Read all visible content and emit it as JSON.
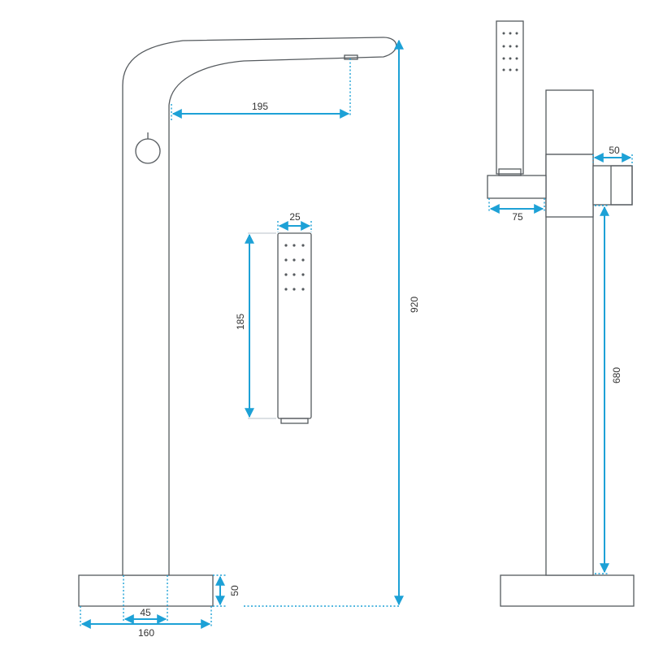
{
  "colors": {
    "outline": "#555a5e",
    "dimension": "#1da1d6",
    "background": "#ffffff"
  },
  "dimensions": {
    "spout_reach": "195",
    "handshower_width": "25",
    "handshower_length": "185",
    "total_height": "920",
    "base_height": "50",
    "column_width": "45",
    "base_width": "160",
    "holder_depth": "50",
    "holder_width": "75",
    "holder_height": "680"
  }
}
